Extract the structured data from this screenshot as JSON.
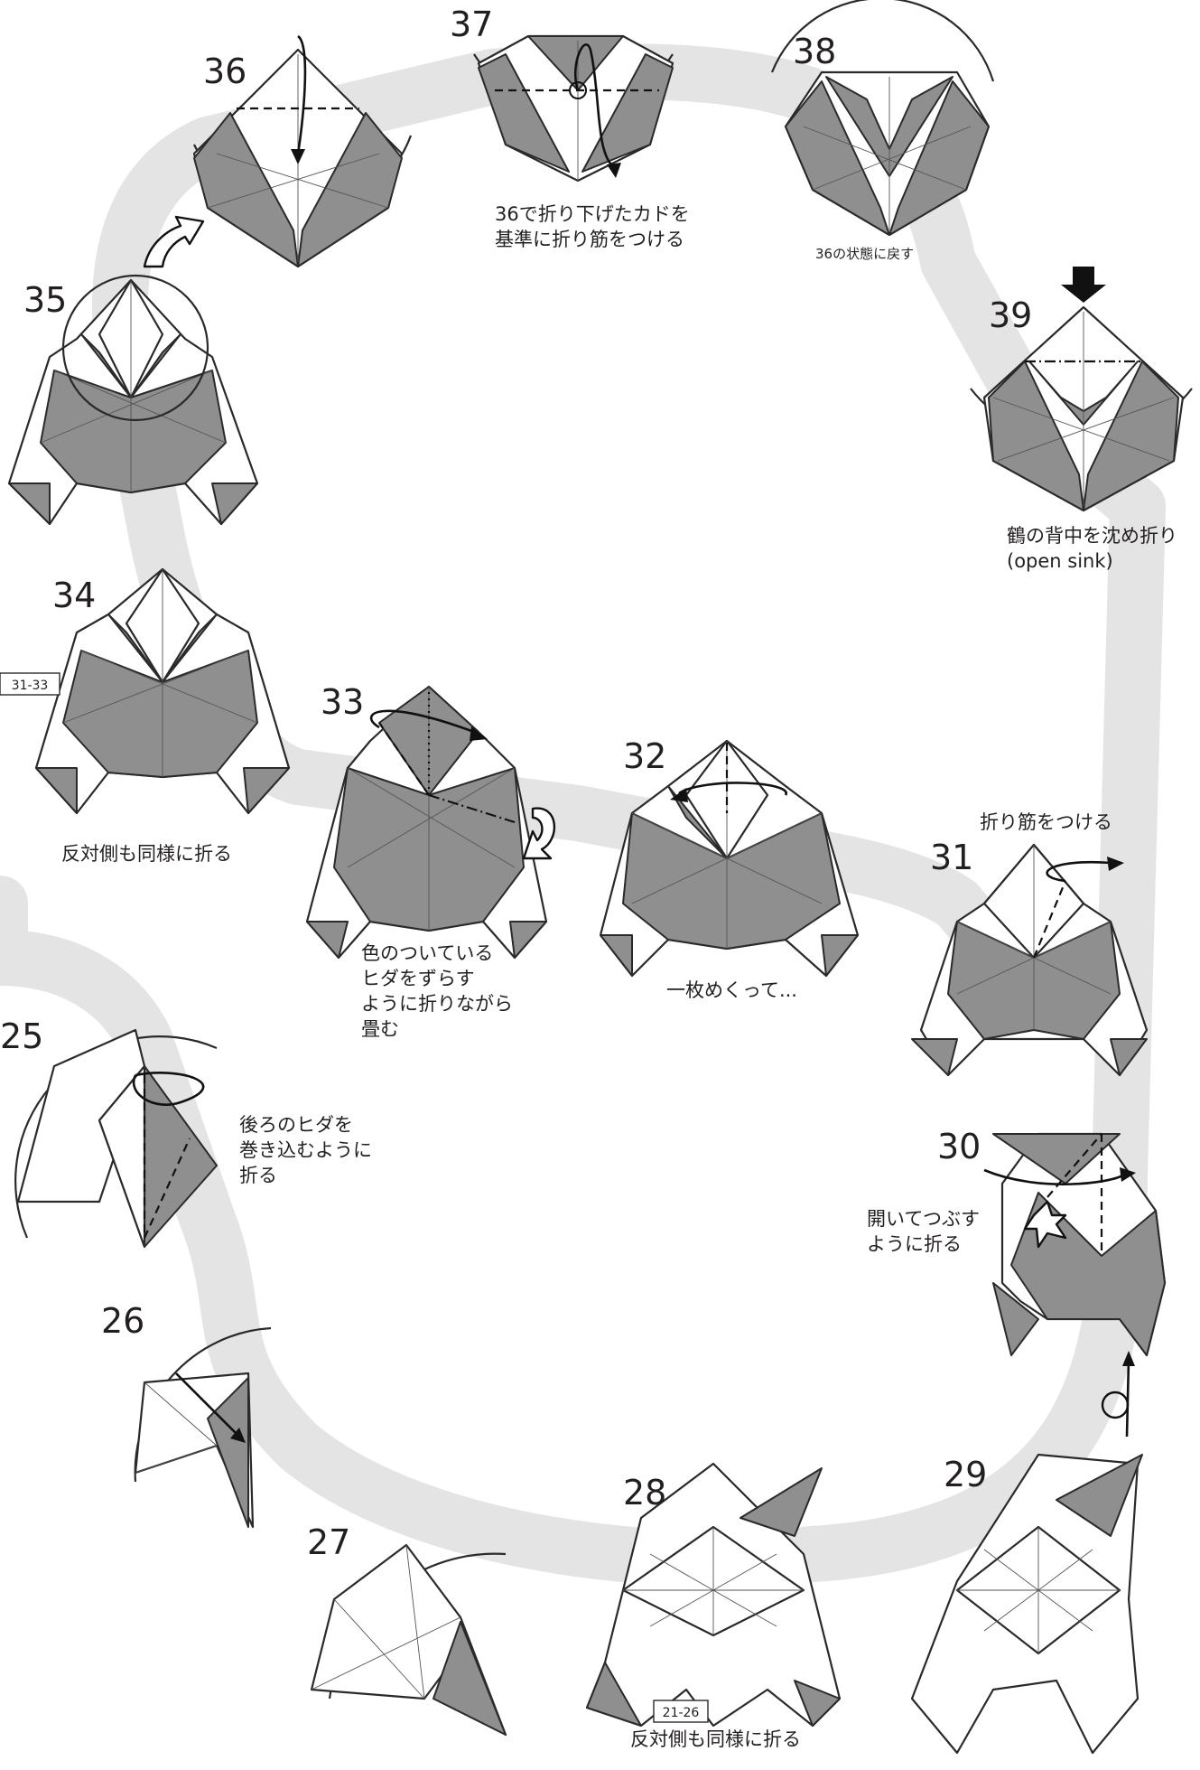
{
  "steps": [
    {
      "num": "25",
      "caption": [
        "後ろのヒダを",
        "巻き込むように",
        "折る"
      ]
    },
    {
      "num": "26"
    },
    {
      "num": "27"
    },
    {
      "num": "28",
      "ref": "21-26",
      "caption": [
        "反対側も同様に折る"
      ]
    },
    {
      "num": "29"
    },
    {
      "num": "30",
      "caption": [
        "開いてつぶす",
        "ように折る"
      ]
    },
    {
      "num": "31",
      "caption": [
        "折り筋をつける"
      ]
    },
    {
      "num": "32",
      "caption": [
        "一枚めくって..."
      ]
    },
    {
      "num": "33",
      "caption": [
        "色のついている",
        "ヒダをずらす",
        "ように折りながら",
        "畳む"
      ]
    },
    {
      "num": "34",
      "ref": "31-33",
      "caption": [
        "反対側も同様に折る"
      ]
    },
    {
      "num": "35"
    },
    {
      "num": "36"
    },
    {
      "num": "37",
      "caption": [
        "36で折り下げたカドを",
        "基準に折り筋をつける"
      ]
    },
    {
      "num": "38",
      "caption": [
        "36の状態に戻す"
      ]
    },
    {
      "num": "39",
      "caption": [
        "鶴の背中を沈め折り",
        "(open sink)"
      ]
    }
  ],
  "colors": {
    "paper": "#ffffff",
    "colored_side": "#8f8f8f",
    "path_band": "#e4e4e4",
    "ink": "#231f20"
  }
}
